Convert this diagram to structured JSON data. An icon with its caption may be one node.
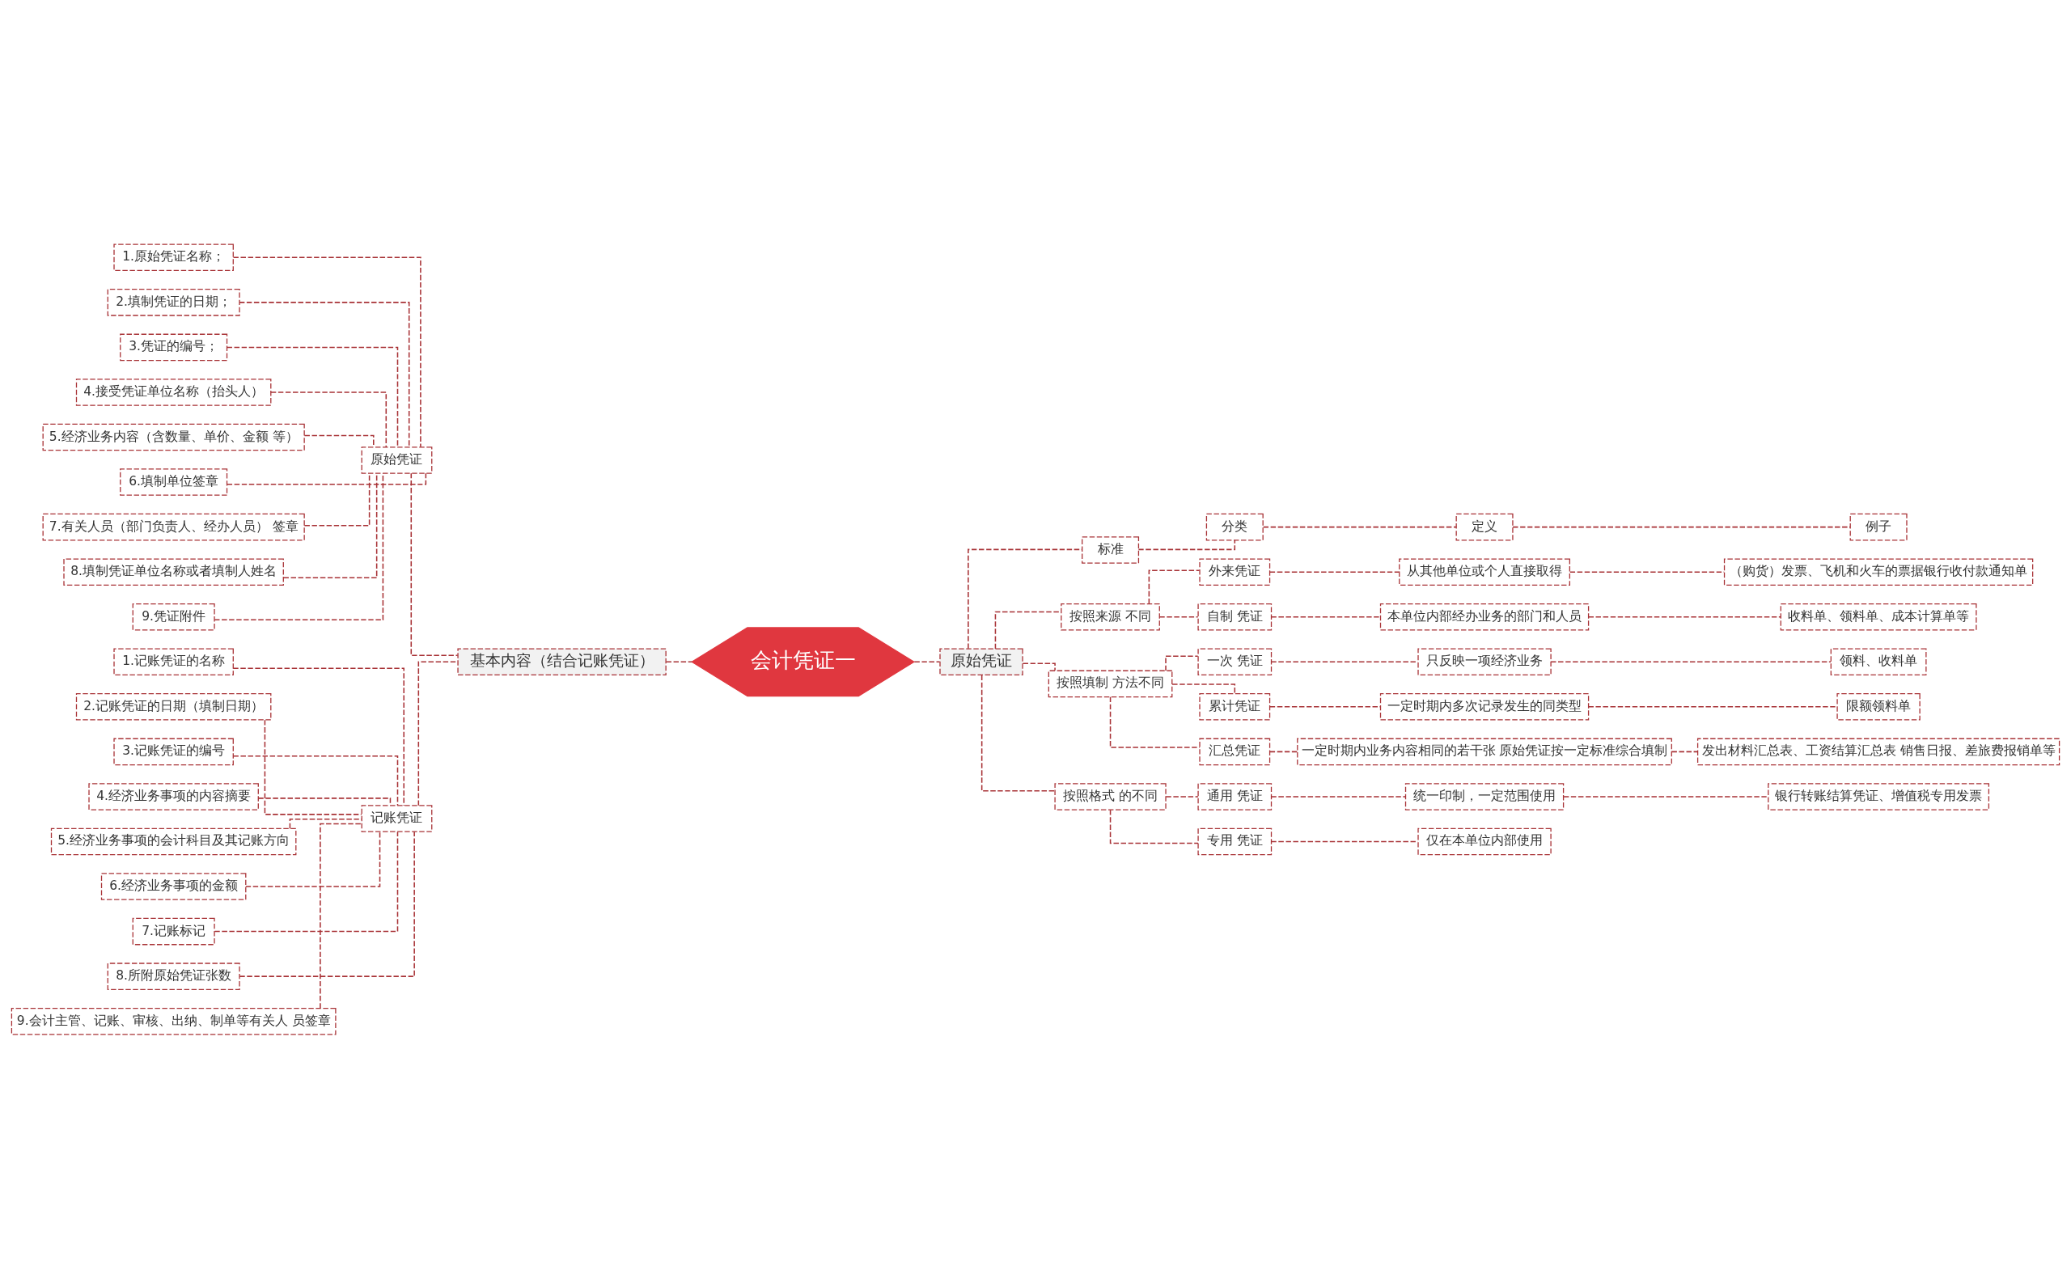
{
  "diagram": {
    "nodes": [
      {
        "text": [
          "会计凭证一"
        ]
      },
      {
        "text": [
          "基本内容（结合记账凭证）"
        ]
      },
      {
        "text": [
          "原始凭证"
        ]
      },
      {
        "text": [
          "1.原始凭证名称；"
        ]
      },
      {
        "text": [
          "2.填制凭证的日期；"
        ]
      },
      {
        "text": [
          "3.凭证的编号；"
        ]
      },
      {
        "text": [
          "4.接受凭证单位名称（抬头人）"
        ]
      },
      {
        "text": [
          "5.经济业务内容（含数量、单价、金额 等）"
        ]
      },
      {
        "text": [
          "6.填制单位签章"
        ]
      },
      {
        "text": [
          "7.有关人员（部门负责人、经办人员） 签章"
        ]
      },
      {
        "text": [
          "8.填制凭证单位名称或者填制人姓名"
        ]
      },
      {
        "text": [
          "9.凭证附件"
        ]
      },
      {
        "text": [
          "记账凭证"
        ]
      },
      {
        "text": [
          "1.记账凭证的名称"
        ]
      },
      {
        "text": [
          "2.记账凭证的日期（填制日期）"
        ]
      },
      {
        "text": [
          "3.记账凭证的编号"
        ]
      },
      {
        "text": [
          "4.经济业务事项的内容摘要"
        ]
      },
      {
        "text": [
          "5.经济业务事项的会计科目及其记账方向"
        ]
      },
      {
        "text": [
          "6.经济业务事项的金额"
        ]
      },
      {
        "text": [
          "7.记账标记"
        ]
      },
      {
        "text": [
          "8.所附原始凭证张数"
        ]
      },
      {
        "text": [
          "9.会计主管、记账、审核、出纳、制单等有关人 员签章"
        ]
      },
      {
        "text": [
          "原始凭证"
        ]
      },
      {
        "text": [
          "标准"
        ]
      },
      {
        "text": [
          "分类"
        ]
      },
      {
        "text": [
          "定义"
        ]
      },
      {
        "text": [
          "例子"
        ]
      },
      {
        "text": [
          "按照来源 不同"
        ]
      },
      {
        "text": [
          "外来凭证"
        ]
      },
      {
        "text": [
          "从其他单位或个人直接取得"
        ]
      },
      {
        "text": [
          "（购货）发票、飞机和火车的票据银行收付款通知单"
        ]
      },
      {
        "text": [
          "自制 凭证"
        ]
      },
      {
        "text": [
          "本单位内部经办业务的部门和人员"
        ]
      },
      {
        "text": [
          "收料单、领料单、成本计算单等"
        ]
      },
      {
        "text": [
          "按照填制 方法不同"
        ]
      },
      {
        "text": [
          "一次 凭证"
        ]
      },
      {
        "text": [
          "只反映一项经济业务"
        ]
      },
      {
        "text": [
          "领料、收料单"
        ]
      },
      {
        "text": [
          "累计凭证"
        ]
      },
      {
        "text": [
          "一定时期内多次记录发生的同类型"
        ]
      },
      {
        "text": [
          "限额领料单"
        ]
      },
      {
        "text": [
          "汇总凭证"
        ]
      },
      {
        "text": [
          "一定时期内业务内容相同的若干张 原始凭证按一定标准综合填制"
        ]
      },
      {
        "text": [
          "发出材料汇总表、工资结算汇总表 销售日报、差旅费报销单等"
        ]
      },
      {
        "text": [
          "按照格式 的不同"
        ]
      },
      {
        "text": [
          "通用 凭证"
        ]
      },
      {
        "text": [
          "统一印制，一定范围使用"
        ]
      },
      {
        "text": [
          "银行转账结算凭证、增值税专用发票"
        ]
      },
      {
        "text": [
          "专用 凭证"
        ]
      },
      {
        "text": [
          "仅在本单位内部使用"
        ]
      }
    ],
    "edges": [
      {
        "from": 0,
        "to": 1,
        "arrow": "none",
        "style": "dashed"
      },
      {
        "from": 1,
        "to": 2,
        "arrow": "none",
        "style": "dashed"
      },
      {
        "from": 2,
        "to": 3,
        "arrow": "none",
        "style": "dashed"
      },
      {
        "from": 2,
        "to": 4,
        "arrow": "none",
        "style": "dashed"
      },
      {
        "from": 2,
        "to": 5,
        "arrow": "none",
        "style": "dashed"
      },
      {
        "from": 2,
        "to": 6,
        "arrow": "none",
        "style": "dashed"
      },
      {
        "from": 2,
        "to": 7,
        "arrow": "none",
        "style": "dashed"
      },
      {
        "from": 2,
        "to": 8,
        "arrow": "none",
        "style": "dashed"
      },
      {
        "from": 2,
        "to": 9,
        "arrow": "none",
        "style": "dashed"
      },
      {
        "from": 2,
        "to": 10,
        "arrow": "none",
        "style": "dashed"
      },
      {
        "from": 2,
        "to": 11,
        "arrow": "none",
        "style": "dashed"
      },
      {
        "from": 1,
        "to": 12,
        "arrow": "none",
        "style": "dashed"
      },
      {
        "from": 12,
        "to": 13,
        "arrow": "none",
        "style": "dashed"
      },
      {
        "from": 12,
        "to": 14,
        "arrow": "none",
        "style": "dashed"
      },
      {
        "from": 12,
        "to": 15,
        "arrow": "none",
        "style": "dashed"
      },
      {
        "from": 12,
        "to": 16,
        "arrow": "none",
        "style": "dashed"
      },
      {
        "from": 12,
        "to": 17,
        "arrow": "none",
        "style": "dashed"
      },
      {
        "from": 12,
        "to": 18,
        "arrow": "none",
        "style": "dashed"
      },
      {
        "from": 12,
        "to": 19,
        "arrow": "none",
        "style": "dashed"
      },
      {
        "from": 12,
        "to": 20,
        "arrow": "none",
        "style": "dashed"
      },
      {
        "from": 12,
        "to": 21,
        "arrow": "none",
        "style": "dashed"
      },
      {
        "from": 0,
        "to": 22,
        "arrow": "none",
        "style": "dashed"
      },
      {
        "from": 22,
        "to": 23,
        "arrow": "none",
        "style": "dashed"
      },
      {
        "from": 23,
        "to": 24,
        "arrow": "none",
        "style": "dashed"
      },
      {
        "from": 24,
        "to": 25,
        "arrow": "none",
        "style": "dashed"
      },
      {
        "from": 25,
        "to": 26,
        "arrow": "none",
        "style": "dashed"
      },
      {
        "from": 22,
        "to": 27,
        "arrow": "none",
        "style": "dashed"
      },
      {
        "from": 27,
        "to": 28,
        "arrow": "none",
        "style": "dashed"
      },
      {
        "from": 28,
        "to": 29,
        "arrow": "none",
        "style": "dashed"
      },
      {
        "from": 29,
        "to": 30,
        "arrow": "none",
        "style": "dashed"
      },
      {
        "from": 27,
        "to": 31,
        "arrow": "none",
        "style": "dashed"
      },
      {
        "from": 31,
        "to": 32,
        "arrow": "none",
        "style": "dashed"
      },
      {
        "from": 32,
        "to": 33,
        "arrow": "none",
        "style": "dashed"
      },
      {
        "from": 22,
        "to": 34,
        "arrow": "none",
        "style": "dashed"
      },
      {
        "from": 34,
        "to": 35,
        "arrow": "none",
        "style": "dashed"
      },
      {
        "from": 35,
        "to": 36,
        "arrow": "none",
        "style": "dashed"
      },
      {
        "from": 36,
        "to": 37,
        "arrow": "none",
        "style": "dashed"
      },
      {
        "from": 34,
        "to": 38,
        "arrow": "none",
        "style": "dashed"
      },
      {
        "from": 38,
        "to": 39,
        "arrow": "none",
        "style": "dashed"
      },
      {
        "from": 39,
        "to": 40,
        "arrow": "none",
        "style": "dashed"
      },
      {
        "from": 34,
        "to": 41,
        "arrow": "none",
        "style": "dashed"
      },
      {
        "from": 41,
        "to": 42,
        "arrow": "none",
        "style": "dashed"
      },
      {
        "from": 42,
        "to": 43,
        "arrow": "none",
        "style": "dashed"
      },
      {
        "from": 22,
        "to": 44,
        "arrow": "none",
        "style": "dashed"
      },
      {
        "from": 44,
        "to": 45,
        "arrow": "none",
        "style": "dashed"
      },
      {
        "from": 45,
        "to": 46,
        "arrow": "none",
        "style": "dashed"
      },
      {
        "from": 46,
        "to": 47,
        "arrow": "none",
        "style": "dashed"
      },
      {
        "from": 44,
        "to": 48,
        "arrow": "none",
        "style": "dashed"
      },
      {
        "from": 48,
        "to": 49,
        "arrow": "none",
        "style": "dashed"
      }
    ]
  }
}
